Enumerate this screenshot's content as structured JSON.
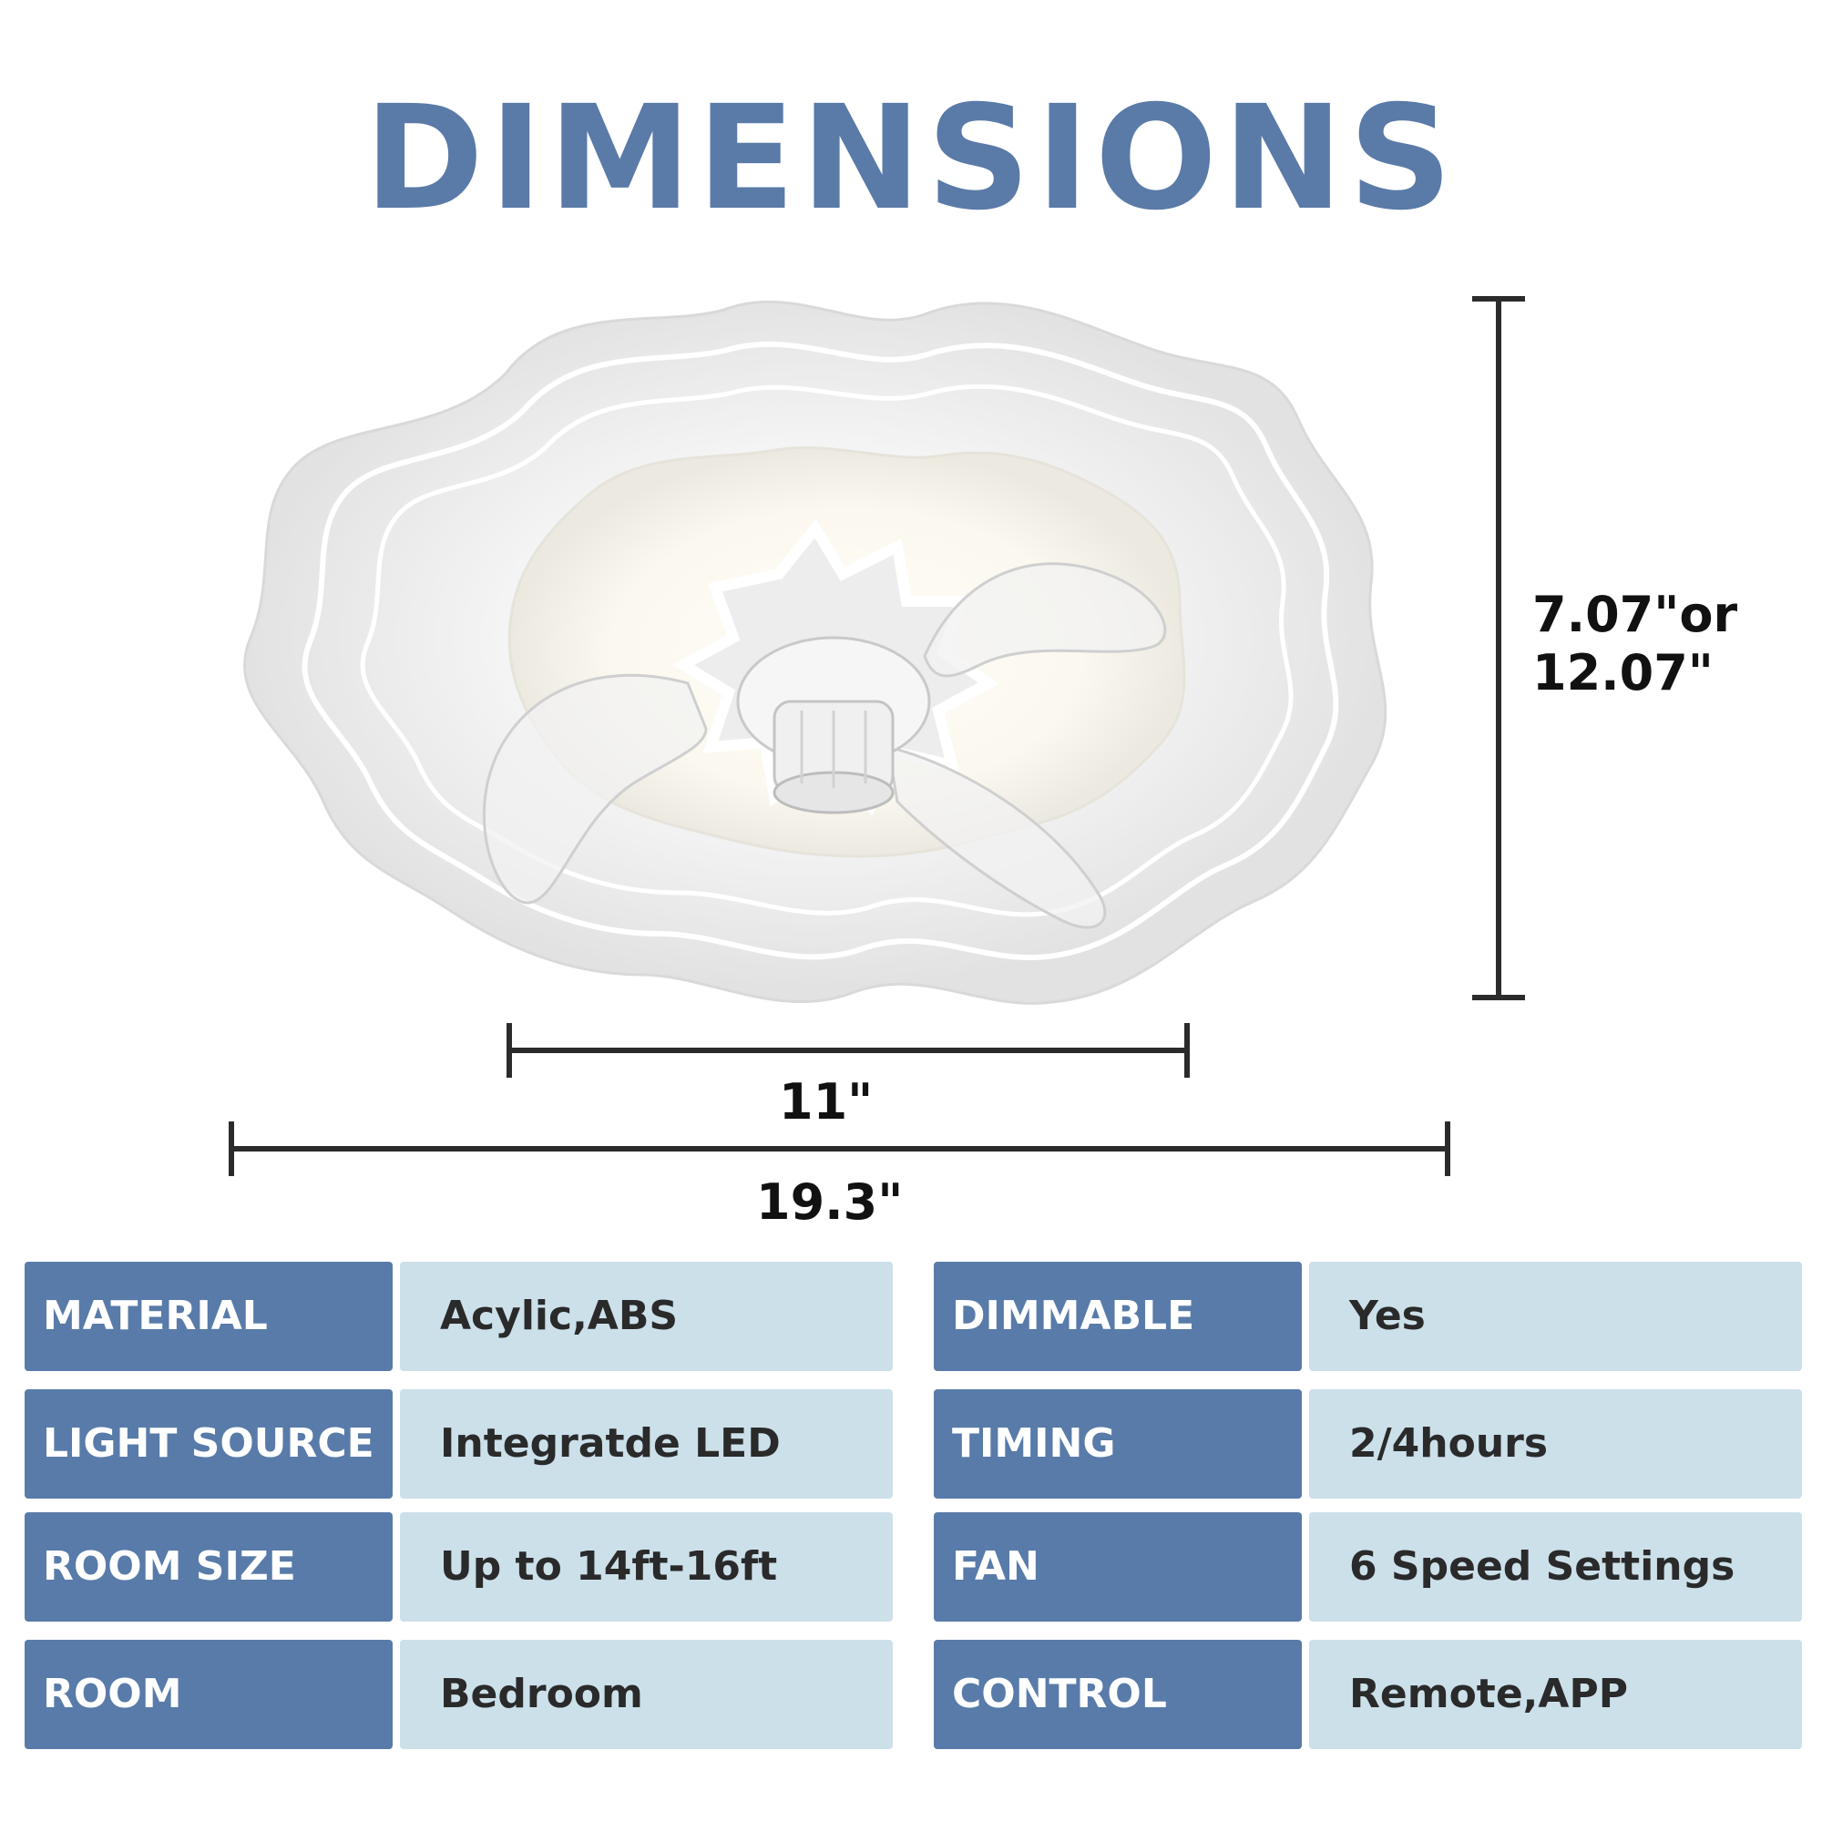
{
  "title": "DIMENSIONS",
  "colors": {
    "title": "#5a7aa8",
    "key_bg": "#587ba9",
    "value_bg": "#cce0ea",
    "dimension_line": "#2b2b2b"
  },
  "product_image": "ceiling-fan-light-icon",
  "dimensions": {
    "height_line1": "7.07\"or",
    "height_line2": "12.07\"",
    "inner_width": "11\"",
    "outer_width": "19.3\""
  },
  "specs": [
    {
      "key": "MATERIAL",
      "value": "Acylic,ABS"
    },
    {
      "key": "DIMMABLE",
      "value": "Yes"
    },
    {
      "key": "LIGHT SOURCE",
      "value": "Integratde LED"
    },
    {
      "key": "TIMING",
      "value": "2/4hours"
    },
    {
      "key": "ROOM SIZE",
      "value": "Up to 14ft-16ft"
    },
    {
      "key": "FAN",
      "value": "6 Speed Settings"
    },
    {
      "key": "ROOM",
      "value": "Bedroom"
    },
    {
      "key": "CONTROL",
      "value": "Remote,APP"
    }
  ]
}
